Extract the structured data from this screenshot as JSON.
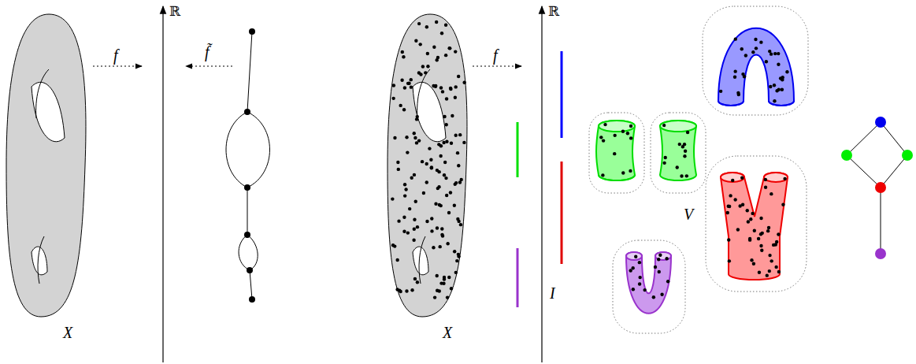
{
  "diagram": {
    "labels": [
      "ℝ",
      "f",
      "f̃",
      "X",
      "ℝ",
      "f",
      "X",
      "I",
      "V"
    ]
  }
}
